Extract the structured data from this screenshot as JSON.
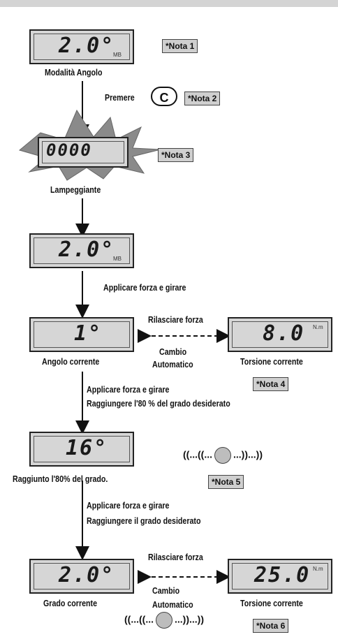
{
  "steps": {
    "s1": {
      "lcd": "2.0°",
      "unit": "MB",
      "label": "Modalità Angolo",
      "note": "*Nota 1"
    },
    "s2": {
      "action": "Premere",
      "button": "C",
      "note": "*Nota 2"
    },
    "s3": {
      "lcd": "0000",
      "label": "Lampeggiante",
      "note": "*Nota 3"
    },
    "s4": {
      "lcd": "2.0°",
      "unit": "MB",
      "action": "Applicare forza e girare"
    },
    "s5": {
      "left_lcd": "1°",
      "left_label": "Angolo corrente",
      "right_lcd": "8.0",
      "right_unit": "N.m",
      "right_label": "Torsione corrente",
      "release": "Rilasciare forza",
      "auto1": "Cambio",
      "auto2": "Automatico",
      "note": "*Nota 4",
      "action1": "Applicare forza e girare",
      "action2": "Raggiungere l'80 % del grado desiderato"
    },
    "s6": {
      "lcd": "16°",
      "label": "Raggiunto l'80% del grado.",
      "signal": "((...((...",
      "signal_end": "...))...))",
      "note": "*Nota 5",
      "action1": "Applicare forza e girare",
      "action2": "Raggiungere il grado desiderato"
    },
    "s7": {
      "left_lcd": "2.0°",
      "left_label": "Grado corrente",
      "right_lcd": "25.0",
      "right_unit": "N.m",
      "right_label": "Torsione corrente",
      "release": "Rilasciare forza",
      "auto1": "Cambio",
      "auto2": "Automatico",
      "signal": "((...((...",
      "signal_end": "...))...))",
      "note": "*Nota 6"
    }
  }
}
